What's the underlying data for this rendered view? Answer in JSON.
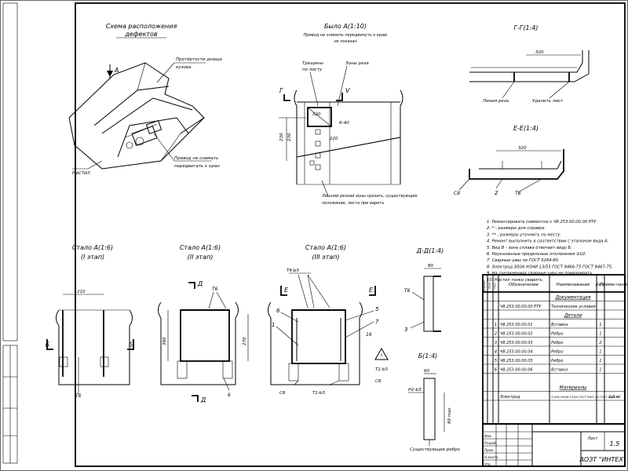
{
  "scheme": {
    "title_line1": "Схема расположения",
    "title_line2": "дефектов",
    "arrow_label": "А",
    "callout_top_1": "Протёртости днища",
    "callout_top_2": "кузова",
    "callout_drive_1": "Привод не снимать",
    "callout_drive_2": "передвигать к кран",
    "callout_floor": "Настил"
  },
  "view_a": {
    "title": "Было А(1:10)",
    "subtitle_1": "Привод не снимать передвинуть к краю",
    "subtitle_2": "не показан",
    "label_left_1": "Трещины",
    "label_left_2": "по листу",
    "label_right": "Зоны реза",
    "dim_1": "320",
    "dim_2": "230",
    "dim_3": "230",
    "dim_4": "R-40",
    "dim_5": "220",
    "cut_g": "Г",
    "cut_v": "V",
    "note_1": "Лишний резной зоны срезать, существующие",
    "note_2": "положение, листа при варить"
  },
  "view_g": {
    "title": "Г-Г(1:4)",
    "dim": "320",
    "label_left": "Линия реза",
    "label_right": "Удалить лист"
  },
  "view_e": {
    "title": "Е-Е(1:4)",
    "dim": "320",
    "label_a": "С8",
    "label_b": "2",
    "label_c": "Т6"
  },
  "notes": [
    "1. Ремонтировать совместно с Ч8.253.00.00.00 РТУ",
    "2. * - размеры для справок.",
    "3. ** - размеры уточнить по месту.",
    "4. Ремонт выполнить в соответствии с эталоном вида А.",
    "5. Вид В - зона сплава отвечает виду Б.",
    "6. Неуказанные предельные отклонения ±t/2.",
    "7. Сварные швы по ГОСТ 5264-80.",
    "8. Электрод Э50А УОНИ 13/55 ГОСТ 9466-75 ГОСТ 9467-75.",
    "9. На соединениях сварные швы не приваривать.",
    "10. Настил тонко сварить."
  ],
  "stage1": {
    "title": "Стало А(1:6)",
    "subtitle": "(I этап)",
    "dim": "210",
    "cut": "б",
    "label": "Т6"
  },
  "stage2": {
    "title": "Стало А(1:6)",
    "subtitle": "(II этап)",
    "cut": "Д",
    "label_top": "Т6",
    "dim_v1": "380",
    "dim_v2": "270",
    "label_bot": "6",
    "cut_bottom": "Д"
  },
  "stage3": {
    "title": "Стало А(1:6)",
    "subtitle": "(III этап)",
    "weld_top": "Т4-Ь5",
    "cut_left": "Е",
    "cut_right": "Е",
    "n6": "6",
    "n1": "1",
    "n5": "5",
    "n7": "7",
    "n16": "16",
    "weld_a": "Т1-Ь5",
    "weld_b": "С8",
    "weld_c": "Т1-Ь5",
    "weld_d": "С8"
  },
  "view_dd": {
    "title": "Д-Д(1:4)",
    "dim": "80",
    "label_1": "Т6",
    "label_2": "3"
  },
  "view_bb": {
    "title": "Б(1:4)",
    "dim": "60",
    "weld": "Н1-Ь5",
    "dim_2": "80 max",
    "caption": "Существующее ребро"
  },
  "spec": {
    "head_cols": [
      "Формат",
      "Зона",
      "Поз.",
      "Обозначение",
      "Наименование",
      "Кол.",
      "Приме-чание"
    ],
    "rows": [
      {
        "fmt": "",
        "zone": "",
        "pos": "",
        "designation": "",
        "name": "Документация",
        "qty": "",
        "note": "",
        "section": true
      },
      {
        "fmt": "",
        "zone": "",
        "pos": "",
        "designation": "Ч8.253.00.00.00 РТУ",
        "name": "Технические условия",
        "qty": "",
        "note": "",
        "section": false
      },
      {
        "fmt": "",
        "zone": "",
        "pos": "",
        "designation": "",
        "name": "Детали",
        "qty": "",
        "note": "",
        "section": true
      },
      {
        "fmt": "",
        "zone": "",
        "pos": "1",
        "designation": "Ч8.253.00.00.01",
        "name": "Вставка",
        "qty": "1",
        "note": "",
        "section": false
      },
      {
        "fmt": "",
        "zone": "",
        "pos": "2",
        "designation": "Ч8.253.00.00.02",
        "name": "Ребро",
        "qty": "1",
        "note": "",
        "section": false
      },
      {
        "fmt": "",
        "zone": "",
        "pos": "3",
        "designation": "Ч8.253.00.00.03",
        "name": "Ребро",
        "qty": "2",
        "note": "",
        "section": false
      },
      {
        "fmt": "",
        "zone": "",
        "pos": "4",
        "designation": "Ч8.253.00.00.04",
        "name": "Ребро",
        "qty": "1",
        "note": "",
        "section": false
      },
      {
        "fmt": "",
        "zone": "",
        "pos": "5",
        "designation": "Ч8.253.00.00.05",
        "name": "Ребро",
        "qty": "1",
        "note": "",
        "section": false
      },
      {
        "fmt": "",
        "zone": "",
        "pos": "6",
        "designation": "Ч8.253.00.00.06",
        "name": "Вставка",
        "qty": "1",
        "note": "",
        "section": false
      },
      {
        "fmt": "",
        "zone": "",
        "pos": "",
        "designation": "",
        "name": "Материалы",
        "qty": "",
        "note": "",
        "section": true
      },
      {
        "fmt": "",
        "zone": "",
        "pos": "",
        "designation": "Электрод",
        "name": "Э-50А УОНИ-13/55 ГОСТ 9467-75 ГОСТ 9466-75",
        "qty": "",
        "note": "1,0 кг",
        "section": false
      }
    ],
    "sheet_label": "Лист",
    "sheet_no": "1.5",
    "company": "АОЗТ \"ИНТЕХ\"",
    "stamp_rows": [
      "Изм.",
      "Разраб.",
      "Пров.",
      "Н.контр.",
      "Утв."
    ]
  }
}
